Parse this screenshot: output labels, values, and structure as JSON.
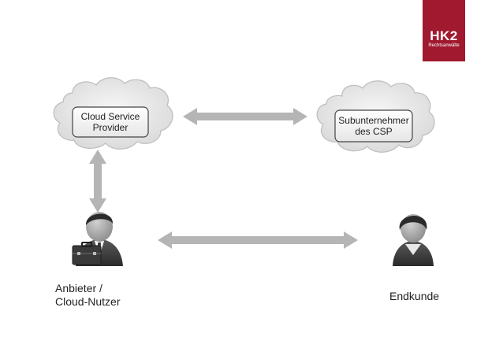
{
  "logo": {
    "title": "HK2",
    "subtitle": "Rechtsanwälte",
    "color": "#a0192e"
  },
  "diagram": {
    "nodes": {
      "csp": {
        "label": "Cloud Service\nProvider",
        "shape": "cloud"
      },
      "sub": {
        "label": "Subunternehmer\ndes CSP",
        "shape": "cloud"
      },
      "anbieter": {
        "label": "Anbieter /\nCloud-Nutzer",
        "icon": "businessman-with-briefcase-icon"
      },
      "endkunde": {
        "label": "Endkunde",
        "icon": "person-icon"
      }
    },
    "edges": [
      {
        "from": "csp",
        "to": "sub",
        "type": "double-arrow"
      },
      {
        "from": "csp",
        "to": "anbieter",
        "type": "double-arrow"
      },
      {
        "from": "anbieter",
        "to": "endkunde",
        "type": "double-arrow"
      }
    ],
    "colors": {
      "arrow": "#b5b5b5",
      "cloud": "#ededed",
      "box_border": "#444444"
    }
  }
}
